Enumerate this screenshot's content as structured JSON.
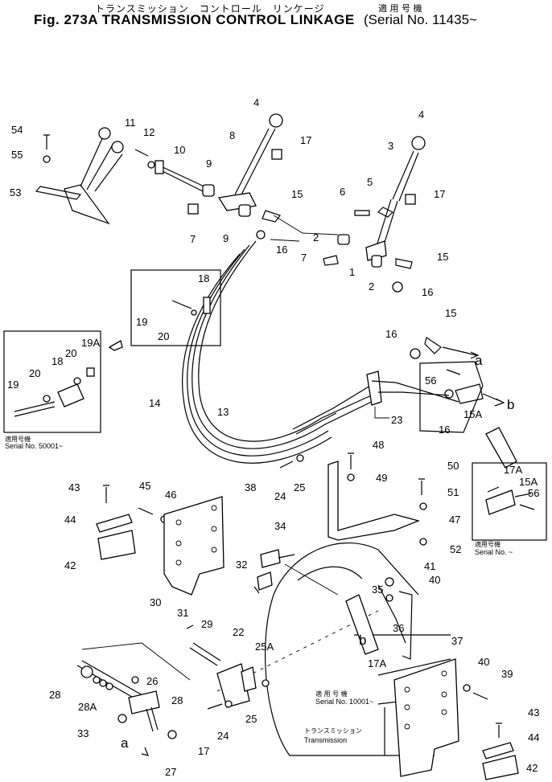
{
  "title": {
    "jp": "トランスミッション　コントロール　リンケージ",
    "serial_jp": "適 用 号 機",
    "en": "Fig. 273A  TRANSMISSION  CONTROL  LINKAGE",
    "serial": "(Serial  No. 11435~"
  },
  "inset_left": {
    "applicability": "適用号機",
    "serial": "Serial No. 50001~"
  },
  "inset_right": {
    "applicability": "適用号機",
    "serial": "Serial No. ~"
  },
  "note_transmission": {
    "applicability": "適 用 号 機",
    "serial": "Serial No. 10001~",
    "name_jp": "トランスミッション",
    "name_en": "Transmission"
  },
  "arrow_labels": {
    "a": "a",
    "b": "b"
  },
  "callouts": [
    "1",
    "2",
    "2",
    "3",
    "4",
    "4",
    "5",
    "6",
    "7",
    "7",
    "8",
    "9",
    "9",
    "10",
    "11",
    "12",
    "13",
    "14",
    "15",
    "15",
    "15",
    "15A",
    "15A",
    "16",
    "16",
    "16",
    "16",
    "17",
    "17",
    "17",
    "17A",
    "17A",
    "18",
    "18",
    "19",
    "19",
    "19A",
    "20",
    "20",
    "22",
    "23",
    "24",
    "24",
    "25",
    "25",
    "25A",
    "26",
    "27",
    "28",
    "28",
    "28A",
    "29",
    "30",
    "31",
    "32",
    "33",
    "34",
    "35",
    "36",
    "37",
    "38",
    "39",
    "40",
    "40",
    "41",
    "42",
    "42",
    "43",
    "43",
    "44",
    "44",
    "45",
    "46",
    "47",
    "48",
    "49",
    "50",
    "51",
    "52",
    "53",
    "54",
    "55",
    "56",
    "56"
  ]
}
